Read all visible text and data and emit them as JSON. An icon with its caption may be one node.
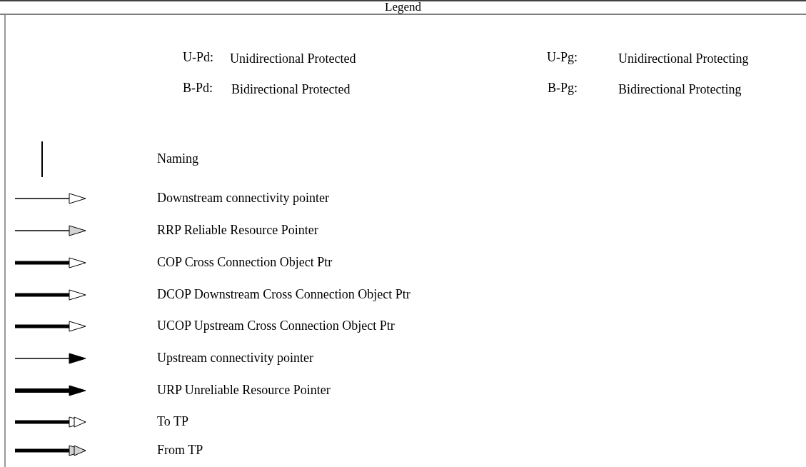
{
  "diagram": {
    "title": "Legend",
    "labels": [
      "U-Pd:",
      "Unidirectional Protected",
      "U-Pg:",
      "Unidirectional Protecting",
      "B-Pd:",
      "Bidirectional Protected",
      "B-Pg:",
      "Bidirectional Protecting"
    ],
    "legend": [
      {
        "text": "Naming"
      },
      {
        "text": "Downstream connectivity pointer"
      },
      {
        "text": "RRP Reliable Resource Pointer"
      },
      {
        "text": "COP Cross Connection Object Ptr"
      },
      {
        "text": "DCOP Downstream Cross Connection Object Ptr"
      },
      {
        "text": "UCOP Upstream Cross Connection Object Ptr"
      },
      {
        "text": "Upstream connectivity pointer"
      },
      {
        "text": "URP Unreliable Resource Pointer"
      },
      {
        "text": "To TP"
      },
      {
        "text": "From TP"
      }
    ]
  }
}
